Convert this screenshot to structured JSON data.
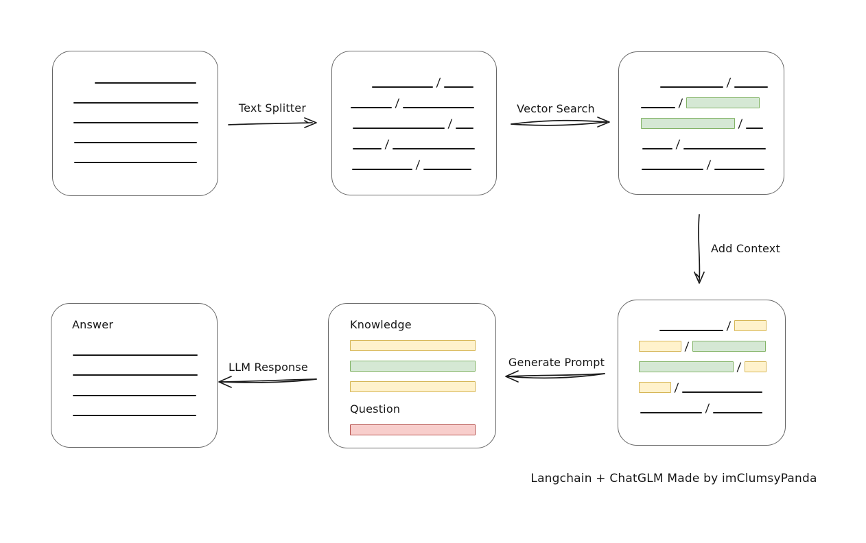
{
  "caption": "Langchain + ChatGLM Made by imClumsyPanda",
  "colors": {
    "yellow_fill": "#fff2cc",
    "yellow_stroke": "#d6b656",
    "green_fill": "#d5e8d4",
    "green_stroke": "#82b366",
    "red_fill": "#f8cecc",
    "red_stroke": "#b85450",
    "ink": "#161616",
    "box_stroke": "#666666"
  },
  "arrows": {
    "text_splitter": {
      "label": "Text Splitter",
      "direction": "right"
    },
    "vector_search": {
      "label": "Vector Search",
      "direction": "right"
    },
    "add_context": {
      "label": "Add Context",
      "direction": "down"
    },
    "generate_prompt": {
      "label": "Generate Prompt",
      "direction": "left"
    },
    "llm_response": {
      "label": "LLM Response",
      "direction": "left"
    }
  },
  "boxes": {
    "document": {
      "rows": [
        {
          "indent": 31,
          "segs": [
            {
              "t": "line",
              "w": 148
            }
          ]
        },
        {
          "indent": 0,
          "segs": [
            {
              "t": "line",
              "w": 182
            }
          ]
        },
        {
          "indent": 0,
          "segs": [
            {
              "t": "line",
              "w": 182
            }
          ]
        },
        {
          "indent": 1,
          "segs": [
            {
              "t": "line",
              "w": 179
            }
          ]
        },
        {
          "indent": 1,
          "segs": [
            {
              "t": "line",
              "w": 179
            }
          ]
        }
      ]
    },
    "chunks": {
      "rows": [
        {
          "indent": 31,
          "segs": [
            {
              "t": "line",
              "w": 89
            },
            {
              "t": "line",
              "w": 43
            }
          ]
        },
        {
          "indent": 0,
          "segs": [
            {
              "t": "line",
              "w": 60
            },
            {
              "t": "line",
              "w": 104
            }
          ]
        },
        {
          "indent": 3,
          "segs": [
            {
              "t": "line",
              "w": 134
            },
            {
              "t": "line",
              "w": 26
            }
          ]
        },
        {
          "indent": 3,
          "segs": [
            {
              "t": "line",
              "w": 42
            },
            {
              "t": "line",
              "w": 120
            }
          ]
        },
        {
          "indent": 2,
          "segs": [
            {
              "t": "line",
              "w": 88
            },
            {
              "t": "line",
              "w": 70
            }
          ]
        }
      ]
    },
    "vector": {
      "rows": [
        {
          "indent": 28,
          "segs": [
            {
              "t": "line",
              "w": 92
            },
            {
              "t": "line",
              "w": 49
            }
          ]
        },
        {
          "indent": 0,
          "segs": [
            {
              "t": "line",
              "w": 50
            },
            {
              "t": "green",
              "w": 107
            }
          ]
        },
        {
          "indent": 0,
          "segs": [
            {
              "t": "green",
              "w": 137
            },
            {
              "t": "line",
              "w": 25
            }
          ]
        },
        {
          "indent": 2,
          "segs": [
            {
              "t": "line",
              "w": 44
            },
            {
              "t": "line",
              "w": 120
            }
          ]
        },
        {
          "indent": 1,
          "segs": [
            {
              "t": "line",
              "w": 90
            },
            {
              "t": "line",
              "w": 73
            }
          ]
        }
      ]
    },
    "context": {
      "rows": [
        {
          "indent": 30,
          "segs": [
            {
              "t": "line",
              "w": 93
            },
            {
              "t": "yellow",
              "w": 47
            }
          ]
        },
        {
          "indent": 0,
          "segs": [
            {
              "t": "yellow",
              "w": 62
            },
            {
              "t": "green",
              "w": 107
            }
          ]
        },
        {
          "indent": 0,
          "segs": [
            {
              "t": "green",
              "w": 138
            },
            {
              "t": "yellow",
              "w": 32
            }
          ]
        },
        {
          "indent": 0,
          "segs": [
            {
              "t": "yellow",
              "w": 47
            },
            {
              "t": "line",
              "w": 117
            }
          ]
        },
        {
          "indent": 2,
          "segs": [
            {
              "t": "line",
              "w": 90
            },
            {
              "t": "line",
              "w": 72
            }
          ]
        }
      ]
    },
    "prompt": {
      "knowledge_label": "Knowledge",
      "question_label": "Question",
      "knowledge_bars": [
        {
          "segs": [
            {
              "t": "yellow",
              "w": 183
            }
          ]
        },
        {
          "segs": [
            {
              "t": "green",
              "w": 183
            }
          ]
        },
        {
          "segs": [
            {
              "t": "yellow",
              "w": 183
            }
          ]
        }
      ],
      "question_bars": [
        {
          "segs": [
            {
              "t": "red",
              "w": 183
            }
          ]
        }
      ]
    },
    "answer": {
      "label": "Answer",
      "rows": [
        {
          "indent": 1,
          "segs": [
            {
              "t": "line",
              "w": 182
            }
          ]
        },
        {
          "indent": 1,
          "segs": [
            {
              "t": "line",
              "w": 182
            }
          ]
        },
        {
          "indent": 1,
          "segs": [
            {
              "t": "line",
              "w": 180
            }
          ]
        },
        {
          "indent": 1,
          "segs": [
            {
              "t": "line",
              "w": 180
            }
          ]
        }
      ]
    }
  }
}
